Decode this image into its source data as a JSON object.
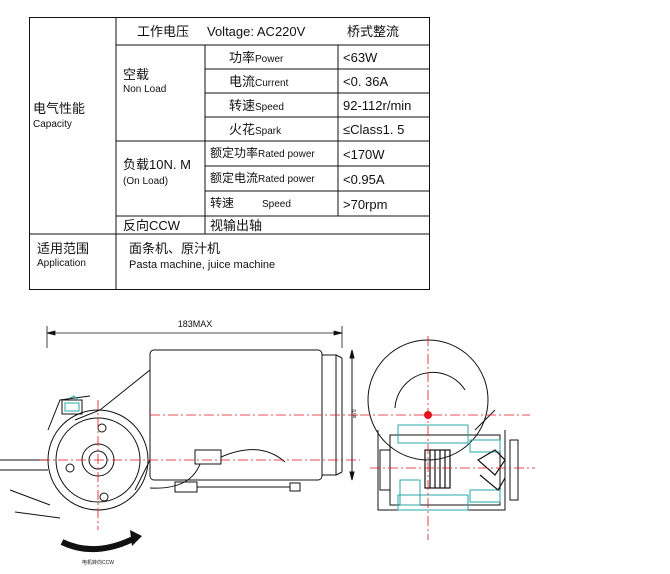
{
  "spec_table": {
    "capacity": {
      "zh": "电气性能",
      "en": "Capacity"
    },
    "voltage": {
      "zh": "工作电压",
      "en": "Voltage: AC220V",
      "note": "桥式整流"
    },
    "no_load": {
      "zh": "空载",
      "en": "Non Load",
      "rows": [
        {
          "zh": "功率",
          "en": "Power",
          "value": "<63W"
        },
        {
          "zh": "电流",
          "en": "Current",
          "value": "<0. 36A"
        },
        {
          "zh": "转速",
          "en": "Speed",
          "value": "92-112r/min"
        },
        {
          "zh": "火花",
          "en": "Spark",
          "value": "≤Class1. 5"
        }
      ]
    },
    "on_load": {
      "zh": "负载10N. M",
      "en": "(On Load)",
      "rows": [
        {
          "zh": "额定功率",
          "en": "Rated power",
          "value": "<170W"
        },
        {
          "zh": "额定电流",
          "en": "Rated power",
          "value": "<0.95A"
        },
        {
          "zh": "转速",
          "en": "Speed",
          "value": ">70rpm"
        }
      ]
    },
    "direction": {
      "label": "反向CCW",
      "value": "视输出轴"
    },
    "application": {
      "zh": "适用范围",
      "en": "Application",
      "value_zh": "面条机、原汁机",
      "value_en": "Pasta machine, juice machine"
    }
  },
  "drawing": {
    "dimension_width": "183MAX",
    "dimension_height": "ø79",
    "rotation_label": "电机转向CCW"
  },
  "colors": {
    "line": "#111111",
    "centerline": "#e0141e",
    "hatch": "#2aa7a7"
  }
}
